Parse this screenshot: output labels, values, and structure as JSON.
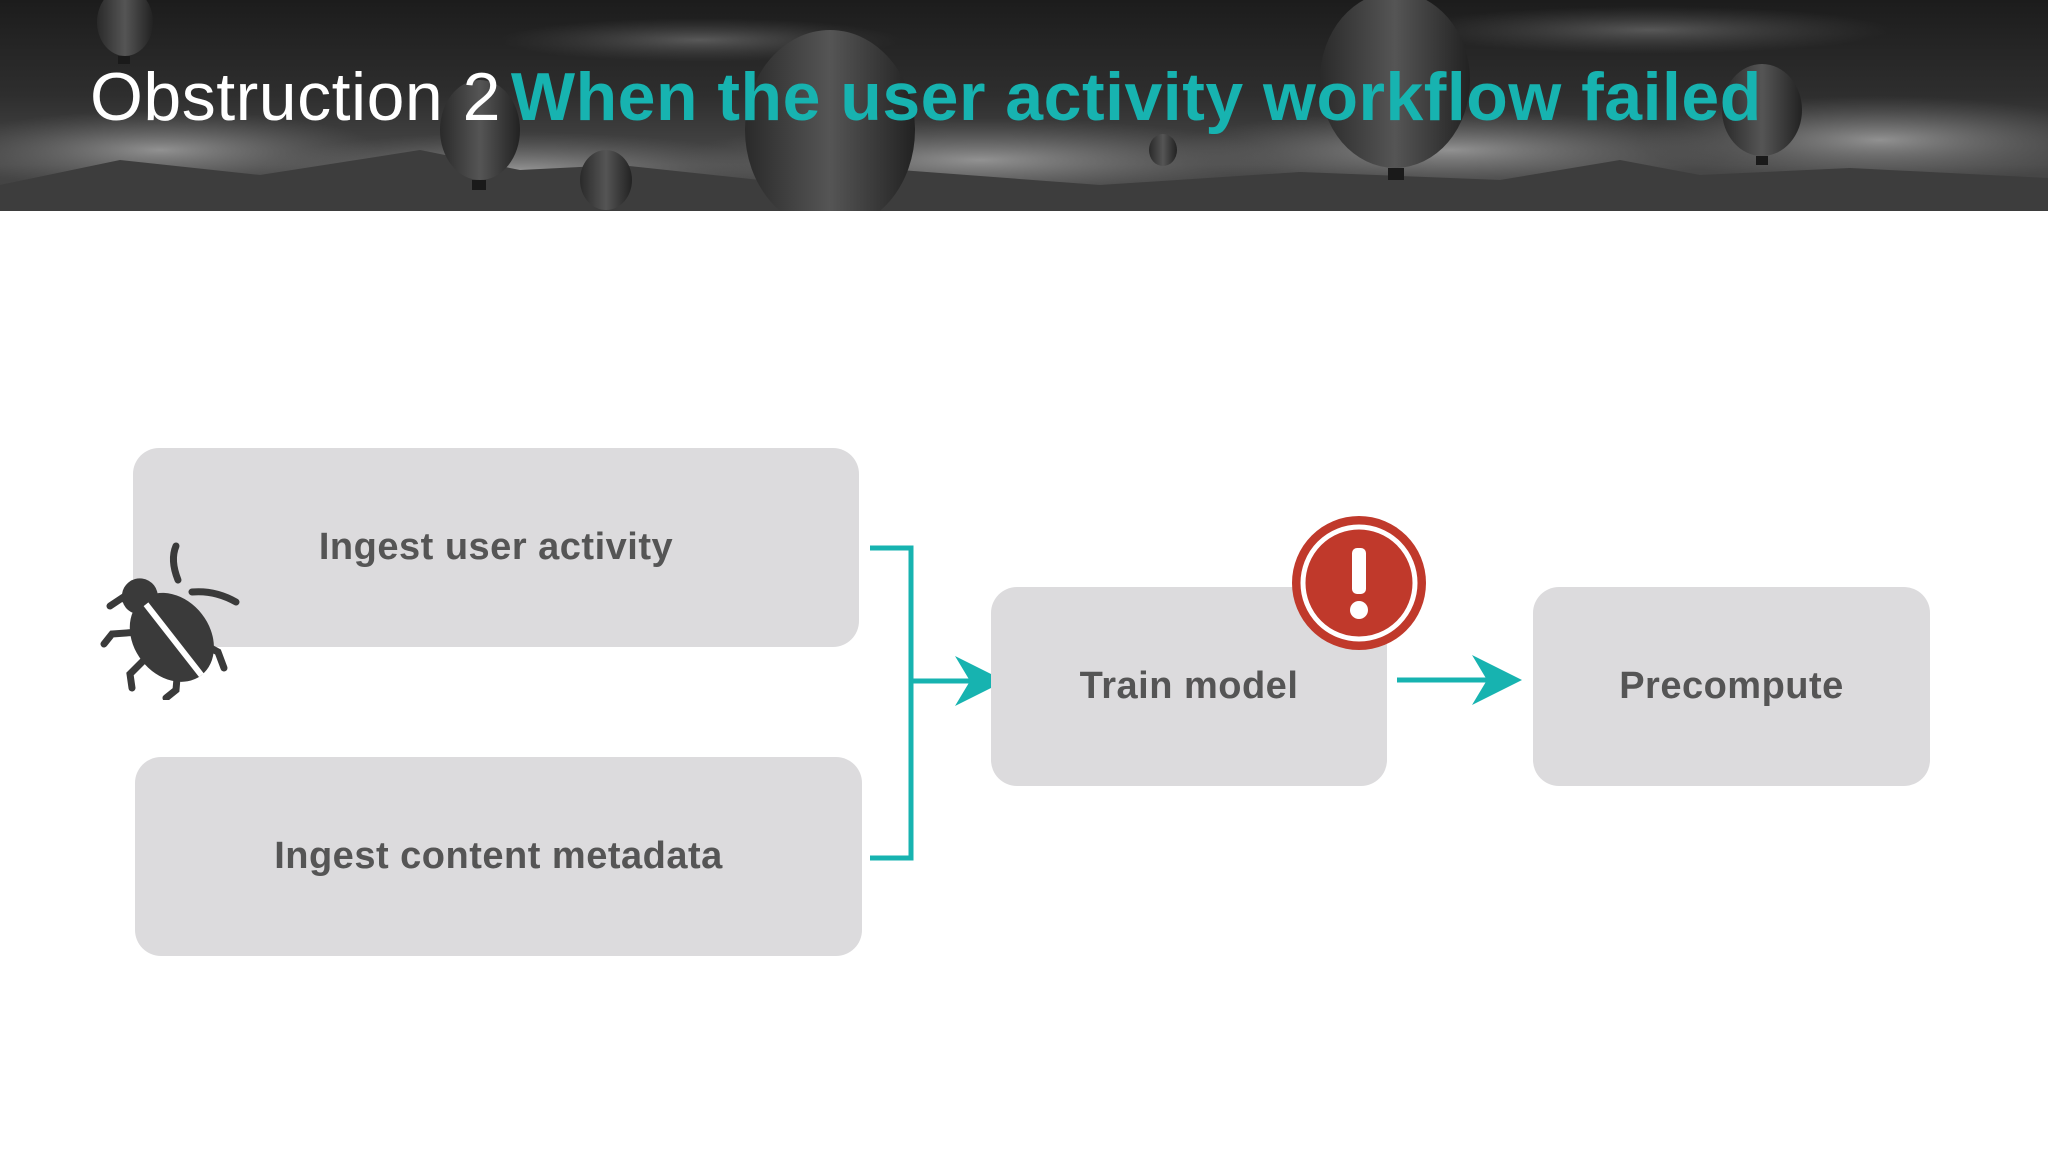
{
  "header": {
    "title_prefix": "Obstruction 2",
    "title_main": "When the user activity workflow failed"
  },
  "diagram": {
    "nodes": {
      "ingest_user_activity": "Ingest user activity",
      "ingest_content_metadata": "Ingest content metadata",
      "train_model": "Train model",
      "precompute": "Precompute"
    },
    "edges": [
      [
        "ingest_user_activity",
        "train_model"
      ],
      [
        "ingest_content_metadata",
        "train_model"
      ],
      [
        "train_model",
        "precompute"
      ]
    ],
    "icons": {
      "failed_step": "bug-icon",
      "blocked_step": "alert-icon"
    }
  },
  "colors": {
    "accent": "#17b3b0",
    "node_fill": "#dcdbdd",
    "node_text": "#555555",
    "alert": "#c0392b",
    "bug": "#3a3a3a"
  }
}
